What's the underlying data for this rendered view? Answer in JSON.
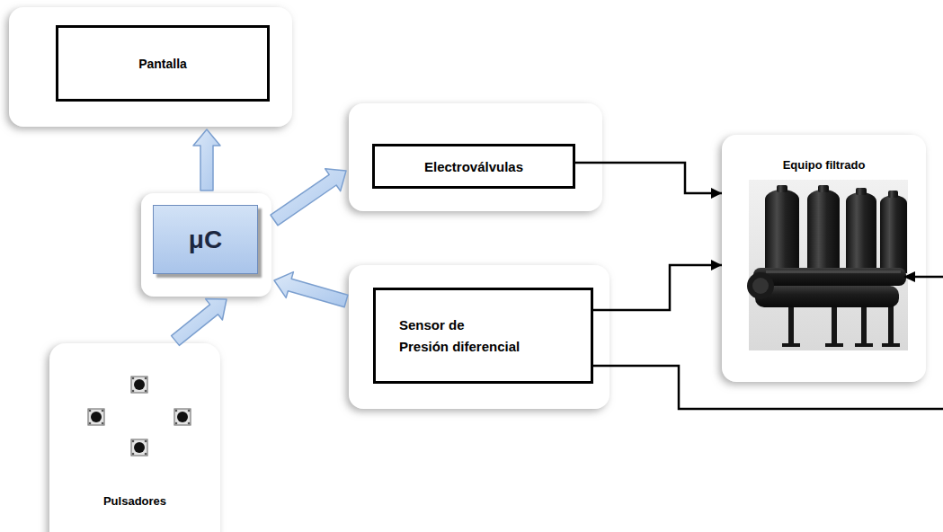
{
  "diagram": {
    "nodes": [
      {
        "text": [
          "Pantalla"
        ]
      },
      {
        "text": [
          "Electroválvulas"
        ]
      },
      {
        "text": [
          "μC"
        ]
      },
      {
        "text": [
          "Sensor de Presión diferencial"
        ]
      },
      {
        "text": [
          "Equipo filtrado"
        ]
      },
      {
        "text": [
          "Pulsadores"
        ]
      }
    ],
    "edges": [
      {
        "from": 2,
        "to": 0,
        "arrow": "to"
      },
      {
        "from": 2,
        "to": 1,
        "arrow": "to"
      },
      {
        "from": 3,
        "to": 2,
        "arrow": "to"
      },
      {
        "from": 5,
        "to": 2,
        "arrow": "to"
      },
      {
        "from": 1,
        "to": 4,
        "arrow": "to"
      },
      {
        "from": 3,
        "to": 4,
        "arrow": "to"
      }
    ]
  }
}
